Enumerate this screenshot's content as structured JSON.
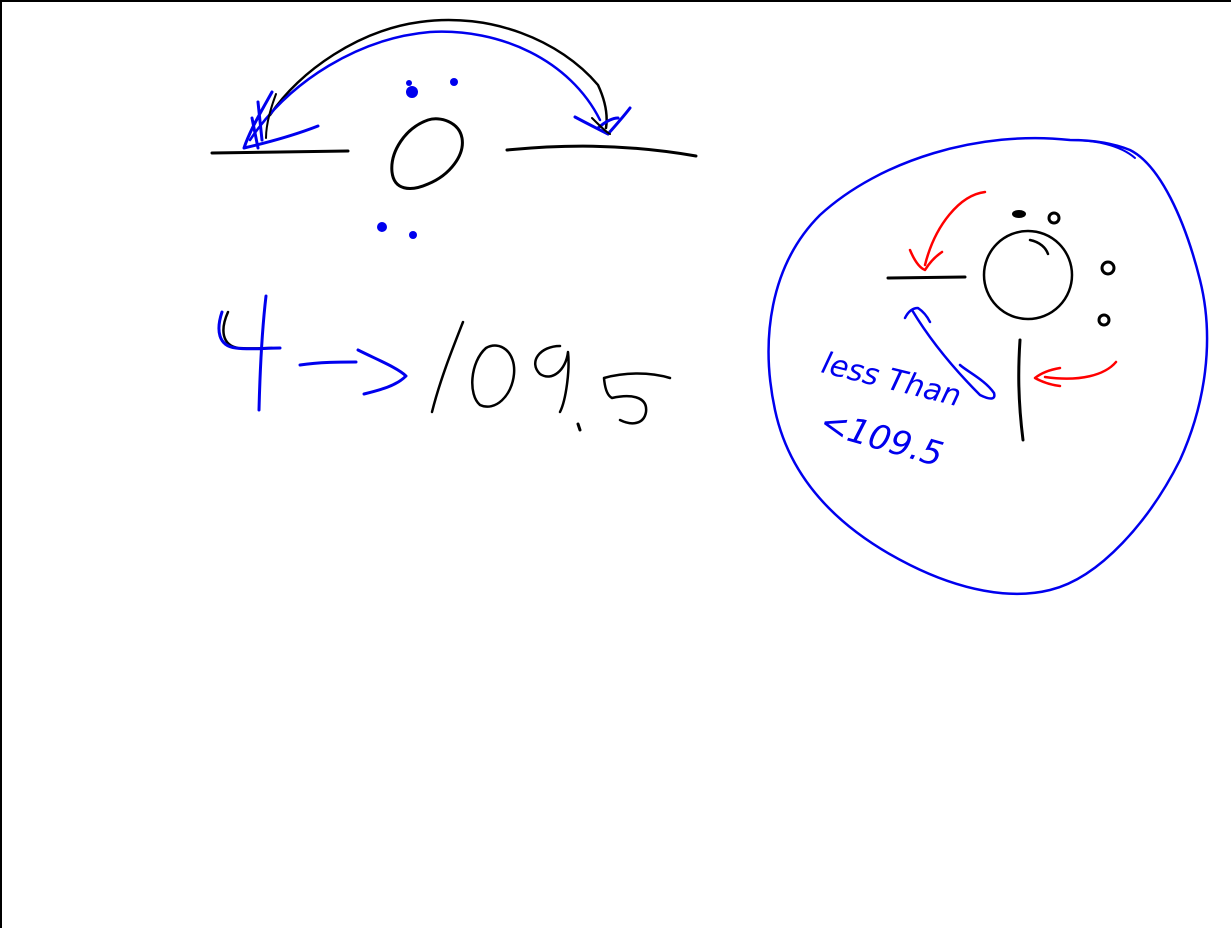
{
  "canvas": {
    "background": "#ffffff",
    "frame_color": "#000000"
  },
  "colors": {
    "black_ink": "#000000",
    "blue_ink": "#0000ee",
    "red_ink": "#ff0000"
  },
  "left_diagram": {
    "label_count": "4",
    "label_arrow": "→",
    "label_angle": "109.5"
  },
  "right_diagram": {
    "note_line1": "less Than",
    "note_line2": "<109.5"
  }
}
